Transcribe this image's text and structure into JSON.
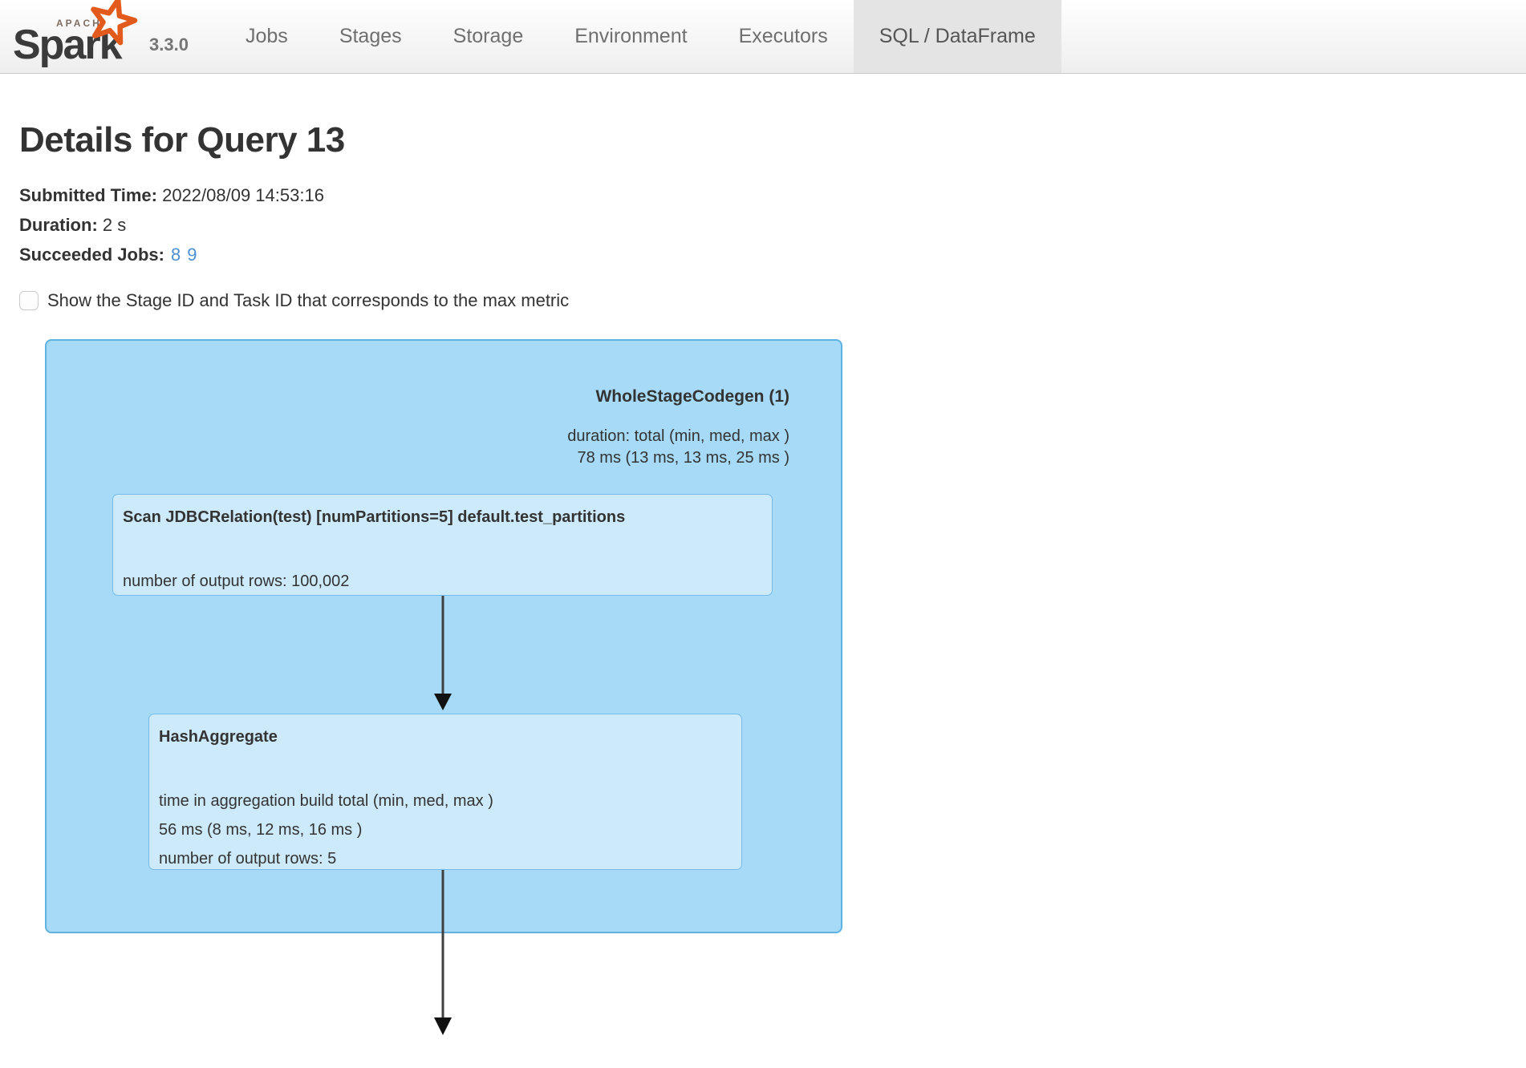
{
  "nav": {
    "brand": {
      "apache": "APACHE",
      "name": "Spark",
      "version": "3.3.0"
    },
    "tabs": [
      {
        "label": "Jobs"
      },
      {
        "label": "Stages"
      },
      {
        "label": "Storage"
      },
      {
        "label": "Environment"
      },
      {
        "label": "Executors"
      },
      {
        "label": "SQL / DataFrame",
        "active": true
      }
    ]
  },
  "page": {
    "title": "Details for Query 13",
    "submitted_time_label": "Submitted Time:",
    "submitted_time": "2022/08/09 14:53:16",
    "duration_label": "Duration:",
    "duration": "2 s",
    "succeeded_jobs_label": "Succeeded Jobs:",
    "succeeded_jobs": [
      "8",
      "9"
    ],
    "checkbox_label": "Show the Stage ID and Task ID that corresponds to the max metric",
    "checkbox_checked": false
  },
  "plan": {
    "cluster": {
      "title": "WholeStageCodegen (1)",
      "metrics": [
        "duration: total (min, med, max )",
        "78 ms (13 ms, 13 ms, 25 ms )"
      ]
    },
    "nodes": [
      {
        "title": "Scan JDBCRelation(test) [numPartitions=5] default.test_partitions",
        "metrics": [
          "number of output rows: 100,002"
        ]
      },
      {
        "title": "HashAggregate",
        "metrics": [
          "time in aggregation build total (min, med, max )",
          "56 ms (8 ms, 12 ms, 16 ms )",
          "number of output rows: 5"
        ]
      }
    ]
  },
  "colors": {
    "link_color": "#4a90d2",
    "cluster_fill": "#a6daf7",
    "cluster_border": "#5fb2e2",
    "node_fill": "#cdeafb",
    "node_border": "#74bbe9",
    "logo_accent": "#e25a1c",
    "edge_color": "#404040"
  }
}
